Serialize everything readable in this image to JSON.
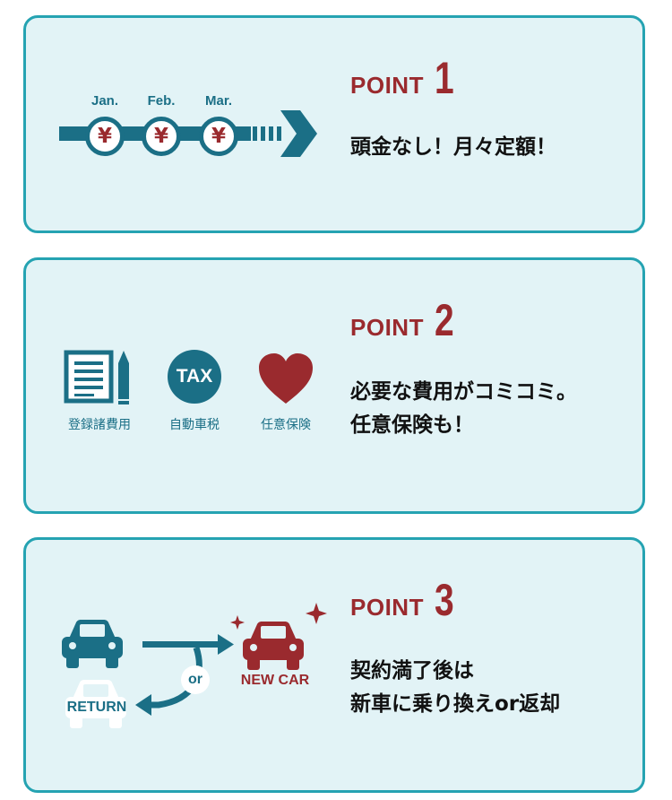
{
  "points": [
    {
      "label": "POINT",
      "number": "1",
      "lines": [
        "頭金なし！月々定額！"
      ],
      "timeline": {
        "months": [
          "Jan.",
          "Feb.",
          "Mar."
        ],
        "coin_symbol": "¥"
      }
    },
    {
      "label": "POINT",
      "number": "2",
      "lines": [
        "必要な費用がコミコミ。",
        "任意保険も！"
      ],
      "icons": [
        {
          "icon": "document-pen-icon",
          "caption": "登録諸費用"
        },
        {
          "icon": "tax-icon",
          "badge": "TAX",
          "caption": "自動車税"
        },
        {
          "icon": "heart-icon",
          "caption": "任意保険"
        }
      ]
    },
    {
      "label": "POINT",
      "number": "3",
      "lines": [
        "契約満了後は",
        "新車に乗り換えor返却"
      ],
      "flow": {
        "or_label": "or",
        "new_car_label": "NEW CAR",
        "return_label": "RETURN"
      }
    }
  ],
  "colors": {
    "card_background": "#e2f3f6",
    "card_border": "#25a3b2",
    "accent_red": "#9a2a2e",
    "accent_teal": "#1b6f86",
    "text": "#111111"
  }
}
